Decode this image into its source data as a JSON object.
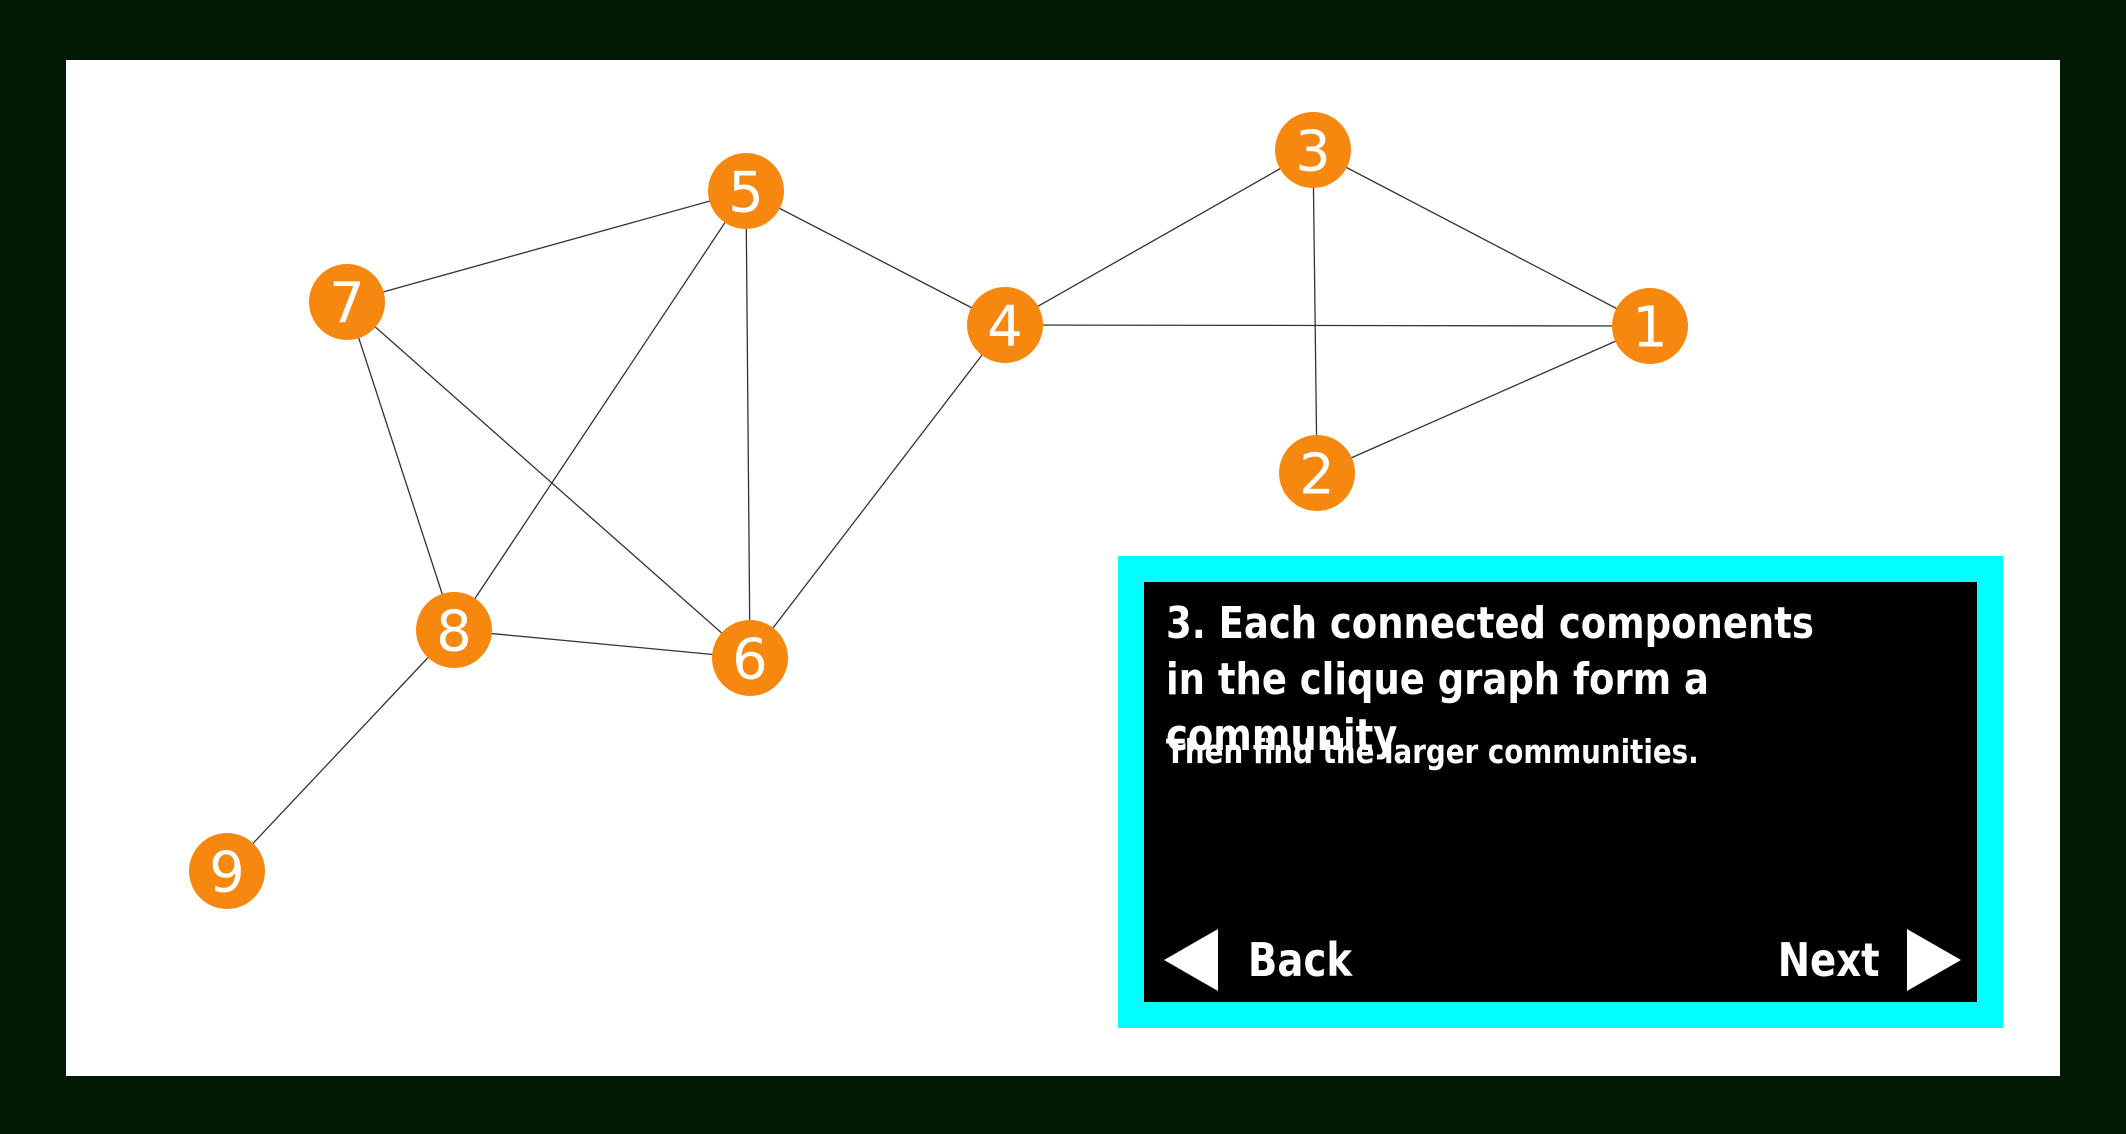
{
  "graph": {
    "nodes": [
      {
        "id": "1",
        "label": "1"
      },
      {
        "id": "2",
        "label": "2"
      },
      {
        "id": "3",
        "label": "3"
      },
      {
        "id": "4",
        "label": "4"
      },
      {
        "id": "5",
        "label": "5"
      },
      {
        "id": "6",
        "label": "6"
      },
      {
        "id": "7",
        "label": "7"
      },
      {
        "id": "8",
        "label": "8"
      },
      {
        "id": "9",
        "label": "9"
      }
    ],
    "edges": [
      [
        "3",
        "1"
      ],
      [
        "3",
        "2"
      ],
      [
        "3",
        "4"
      ],
      [
        "4",
        "1"
      ],
      [
        "2",
        "1"
      ],
      [
        "5",
        "4"
      ],
      [
        "5",
        "6"
      ],
      [
        "5",
        "7"
      ],
      [
        "5",
        "8"
      ],
      [
        "4",
        "6"
      ],
      [
        "7",
        "6"
      ],
      [
        "7",
        "8"
      ],
      [
        "8",
        "6"
      ],
      [
        "8",
        "9"
      ]
    ],
    "colors": {
      "node": "#f7880f",
      "edge": "#333333",
      "label": "#ffffff"
    }
  },
  "panel": {
    "title": "3. Each connected components in the clique graph form a community",
    "subtitle": "Then find the larger communities.",
    "back_label": "Back",
    "next_label": "Next",
    "colors": {
      "border": "#00ffff",
      "background": "#000000",
      "text": "#ffffff"
    }
  }
}
